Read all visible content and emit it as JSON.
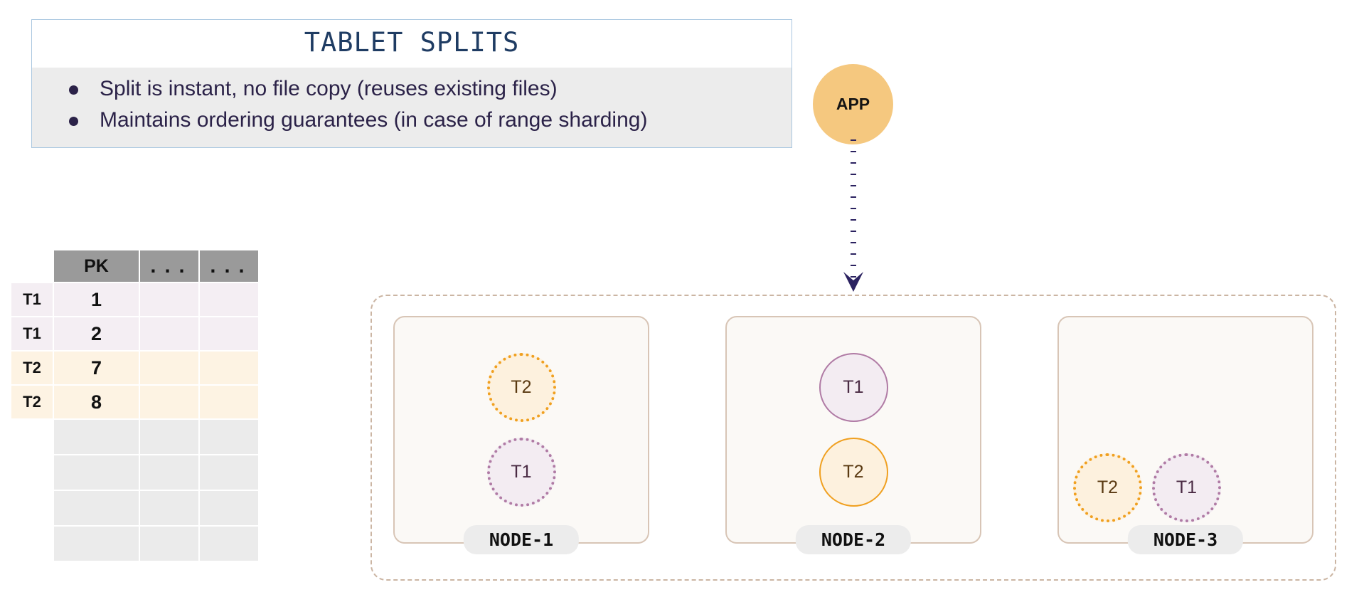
{
  "callout": {
    "title": "TABLET SPLITS",
    "bullets": [
      "Split is instant, no file copy (reuses existing files)",
      "Maintains ordering guarantees (in case of range sharding)"
    ],
    "border_color": "#a9c7e0",
    "title_color": "#1f3c63",
    "body_bg": "#ececec"
  },
  "table": {
    "headers": [
      "PK",
      "...",
      "..."
    ],
    "rows": [
      {
        "tag": "T1",
        "pk": "1",
        "c2": "",
        "c3": "",
        "kind": "t1"
      },
      {
        "tag": "T1",
        "pk": "2",
        "c2": "",
        "c3": "",
        "kind": "t1"
      },
      {
        "tag": "T2",
        "pk": "7",
        "c2": "",
        "c3": "",
        "kind": "t2"
      },
      {
        "tag": "T2",
        "pk": "8",
        "c2": "",
        "c3": "",
        "kind": "t2"
      },
      {
        "tag": "",
        "pk": "",
        "c2": "",
        "c3": "",
        "kind": "blank"
      },
      {
        "tag": "",
        "pk": "",
        "c2": "",
        "c3": "",
        "kind": "blank"
      },
      {
        "tag": "",
        "pk": "",
        "c2": "",
        "c3": "",
        "kind": "blank"
      },
      {
        "tag": "",
        "pk": "",
        "c2": "",
        "c3": "",
        "kind": "blank"
      }
    ],
    "header_bg": "#9a9a9a",
    "t1_bg": "#f4eef3",
    "t2_bg": "#fdf3e3",
    "blank_bg": "#ebebeb"
  },
  "app": {
    "label": "APP",
    "color": "#f5c87f",
    "arrow_color": "#2b2260",
    "arrow_style": "dotted"
  },
  "cluster": {
    "border_color": "#cbb5a3",
    "nodes": [
      {
        "label": "NODE-1",
        "layout": "stack-v",
        "tablets": [
          {
            "label": "T2",
            "kind": "t2",
            "border": "dotted"
          },
          {
            "label": "T1",
            "kind": "t1",
            "border": "dotted"
          }
        ]
      },
      {
        "label": "NODE-2",
        "layout": "stack-v",
        "tablets": [
          {
            "label": "T1",
            "kind": "t1",
            "border": "solid"
          },
          {
            "label": "T2",
            "kind": "t2",
            "border": "solid"
          }
        ]
      },
      {
        "label": "NODE-3",
        "layout": "row-bottom",
        "tablets": [
          {
            "label": "T2",
            "kind": "t2",
            "border": "dotted"
          },
          {
            "label": "T1",
            "kind": "t1",
            "border": "dotted"
          }
        ]
      }
    ],
    "tablet_t1_color": "#b07ba5",
    "tablet_t2_color": "#f0a020"
  }
}
